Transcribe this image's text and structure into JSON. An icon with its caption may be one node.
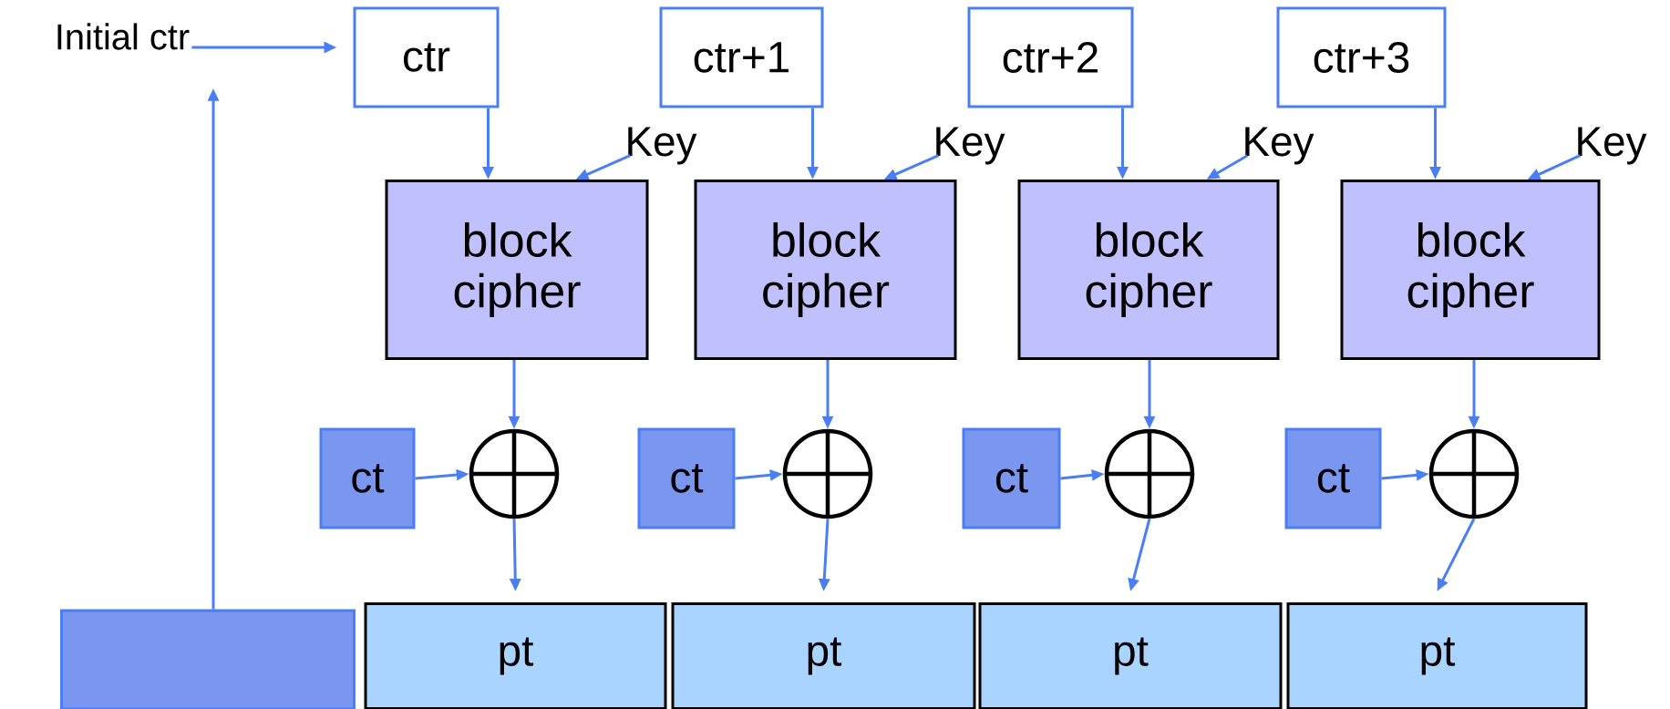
{
  "diagram": {
    "nodes": [
      {
        "text": [
          "Initial ctr"
        ]
      },
      {
        "text": [
          "ctr"
        ]
      },
      {
        "text": [
          "ctr+1"
        ]
      },
      {
        "text": [
          "ctr+2"
        ]
      },
      {
        "text": [
          "ctr+3"
        ]
      },
      {
        "text": [
          "Key"
        ]
      },
      {
        "text": [
          "Key"
        ]
      },
      {
        "text": [
          "Key"
        ]
      },
      {
        "text": [
          "Key"
        ]
      },
      {
        "text": [
          "block cipher"
        ]
      },
      {
        "text": [
          "block cipher"
        ]
      },
      {
        "text": [
          "block cipher"
        ]
      },
      {
        "text": [
          "block cipher"
        ]
      },
      {
        "text": [
          "ct"
        ]
      },
      {
        "text": [
          "ct"
        ]
      },
      {
        "text": [
          "ct"
        ]
      },
      {
        "text": [
          "ct"
        ]
      },
      {
        "text": [],
        "shape": "circle"
      },
      {
        "text": [],
        "shape": "circle"
      },
      {
        "text": [],
        "shape": "circle"
      },
      {
        "text": [],
        "shape": "circle"
      },
      {
        "text": [],
        "shape": "box"
      },
      {
        "text": [
          "pt"
        ]
      },
      {
        "text": [
          "pt"
        ]
      },
      {
        "text": [
          "pt"
        ]
      },
      {
        "text": [
          "pt"
        ]
      }
    ],
    "edges": [
      {
        "from": 21,
        "to": 0,
        "arrow": "to"
      },
      {
        "from": 0,
        "to": 1,
        "arrow": "to"
      },
      {
        "from": 1,
        "to": 9,
        "arrow": "to"
      },
      {
        "from": 5,
        "to": 9,
        "arrow": "to"
      },
      {
        "from": 9,
        "to": 17,
        "arrow": "to"
      },
      {
        "from": 13,
        "to": 17,
        "arrow": "to"
      },
      {
        "from": 17,
        "to": 22,
        "arrow": "to"
      },
      {
        "from": 2,
        "to": 10,
        "arrow": "to"
      },
      {
        "from": 6,
        "to": 10,
        "arrow": "to"
      },
      {
        "from": 10,
        "to": 18,
        "arrow": "to"
      },
      {
        "from": 14,
        "to": 18,
        "arrow": "to"
      },
      {
        "from": 18,
        "to": 23,
        "arrow": "to"
      },
      {
        "from": 3,
        "to": 11,
        "arrow": "to"
      },
      {
        "from": 7,
        "to": 11,
        "arrow": "to"
      },
      {
        "from": 11,
        "to": 19,
        "arrow": "to"
      },
      {
        "from": 15,
        "to": 19,
        "arrow": "to"
      },
      {
        "from": 19,
        "to": 24,
        "arrow": "to"
      },
      {
        "from": 4,
        "to": 12,
        "arrow": "to"
      },
      {
        "from": 8,
        "to": 12,
        "arrow": "to"
      },
      {
        "from": 12,
        "to": 20,
        "arrow": "to"
      },
      {
        "from": 16,
        "to": 20,
        "arrow": "to"
      },
      {
        "from": 20,
        "to": 25,
        "arrow": "to"
      }
    ]
  }
}
